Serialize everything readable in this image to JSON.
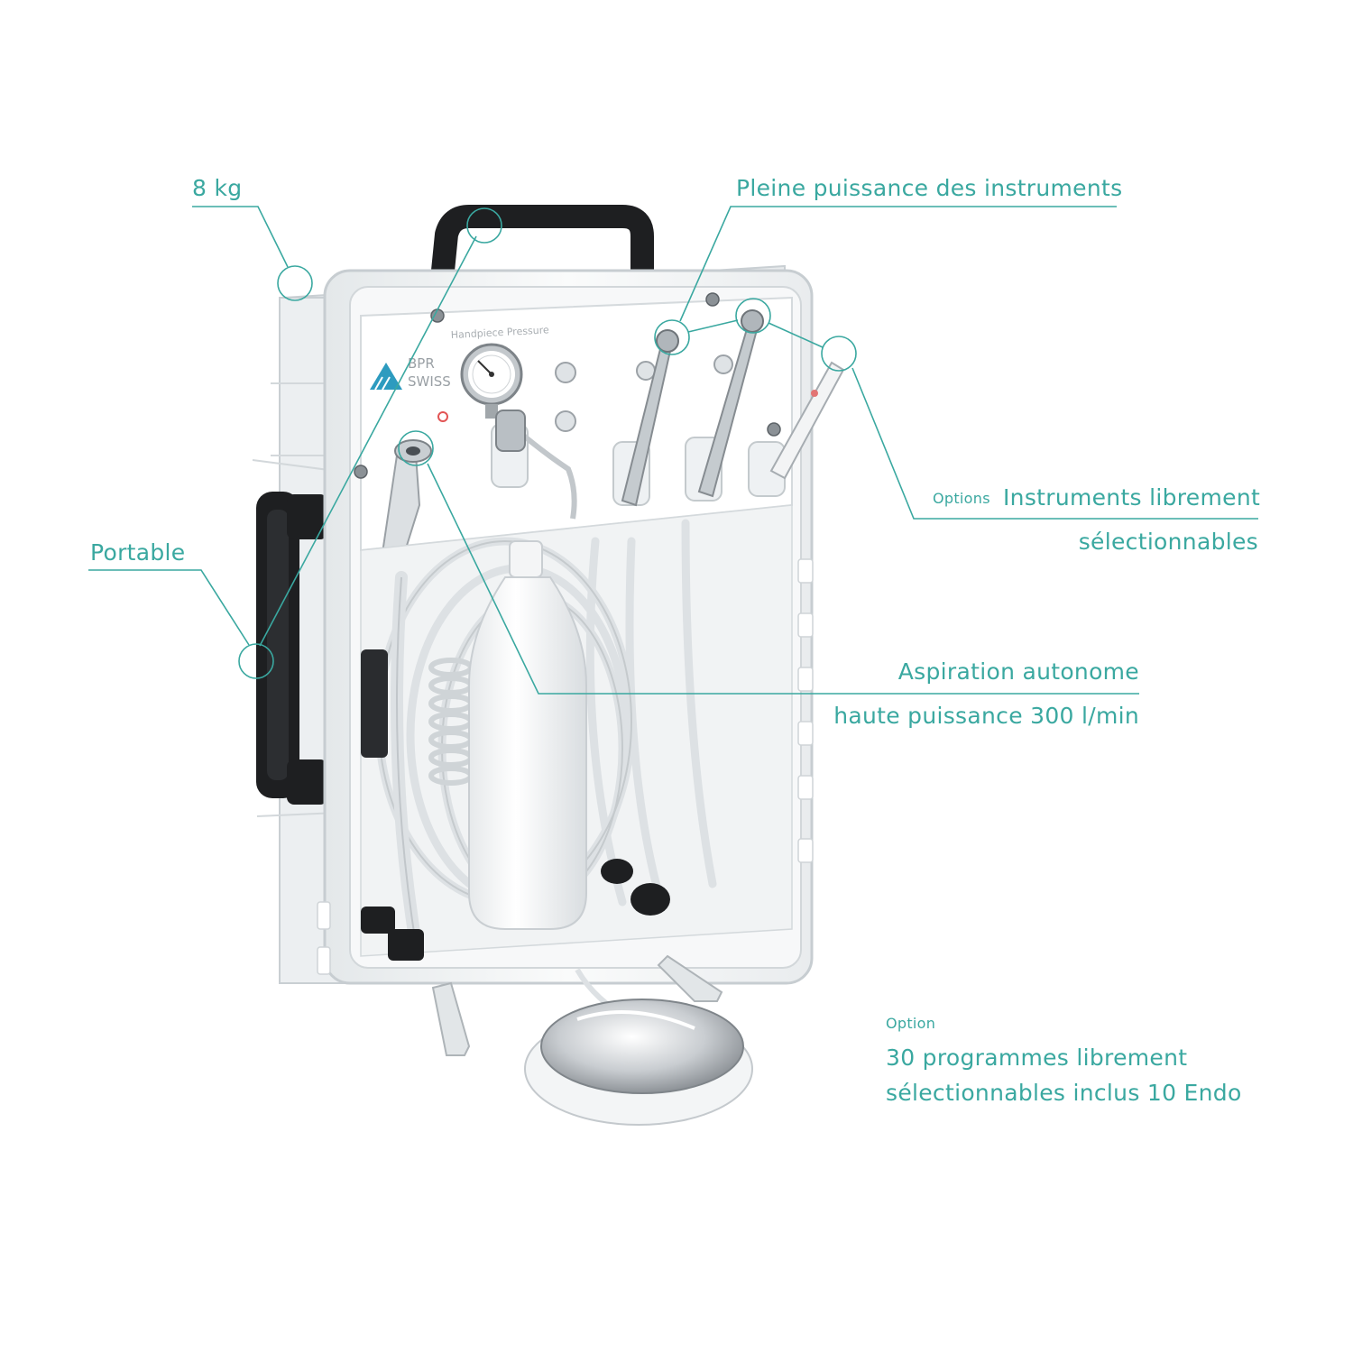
{
  "colors": {
    "accent": "#3aa8a0",
    "device_body": "#f4f6f7",
    "handle": "#1e1f21"
  },
  "device": {
    "brand_line1": "BPR",
    "brand_line2": "SWISS",
    "gauge_label": "Handpiece Pressure"
  },
  "callouts": {
    "weight": "8 kg",
    "portable": "Portable",
    "full_power": "Pleine puissance des instruments",
    "options_prefix": "Options",
    "instruments_line1": "Instruments librement",
    "instruments_line2": "sélectionnables",
    "aspiration_line1": "Aspiration autonome",
    "aspiration_line2": "haute puissance 300 l/min",
    "programs_prefix": "Option",
    "programs_line1": "30 programmes librement",
    "programs_line2": "sélectionnables inclus 10 Endo"
  }
}
